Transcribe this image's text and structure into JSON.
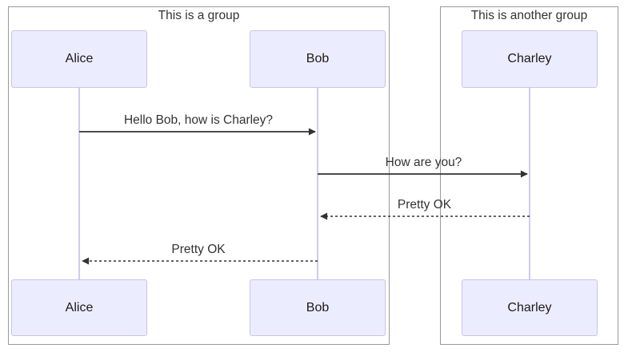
{
  "diagram": {
    "type": "sequence",
    "groups": [
      {
        "title": "This is a group",
        "actors": [
          "Alice",
          "Bob"
        ]
      },
      {
        "title": "This is another group",
        "actors": [
          "Charley"
        ]
      }
    ],
    "actors": [
      {
        "name": "Alice"
      },
      {
        "name": "Bob"
      },
      {
        "name": "Charley"
      }
    ],
    "messages": [
      {
        "from": "Alice",
        "to": "Bob",
        "text": "Hello Bob, how is Charley?",
        "line": "solid"
      },
      {
        "from": "Bob",
        "to": "Charley",
        "text": "How are you?",
        "line": "solid"
      },
      {
        "from": "Charley",
        "to": "Bob",
        "text": "Pretty OK",
        "line": "dashed"
      },
      {
        "from": "Bob",
        "to": "Alice",
        "text": "Pretty OK",
        "line": "dashed"
      }
    ],
    "colors": {
      "actor_fill": "#ECECFF",
      "actor_border": "#C8C4E4",
      "lifeline": "#D0CBEC",
      "group_border": "#999999",
      "arrow": "#333333",
      "text": "#333333"
    }
  }
}
